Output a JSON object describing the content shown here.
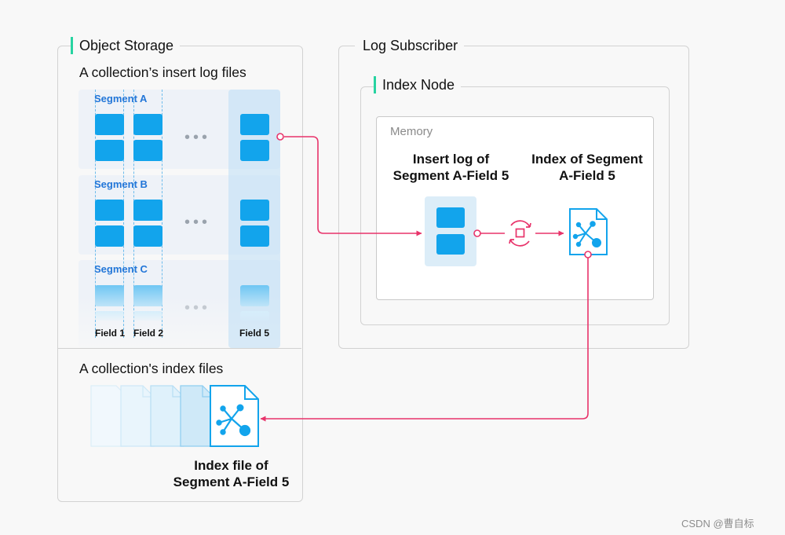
{
  "object_storage": {
    "title": "Object Storage",
    "insert_log_title": "A collection’s insert log files",
    "segments": [
      "Segment A",
      "Segment B",
      "Segment C"
    ],
    "fields": [
      "Field 1",
      "Field 2",
      "Field 5"
    ],
    "ellipsis": "•••",
    "index_files_title": "A collection's index files",
    "index_file_label": "Index file of\nSegment A-Field 5"
  },
  "log_subscriber": {
    "title": "Log Subscriber",
    "index_node": {
      "title": "Index Node",
      "memory": {
        "label": "Memory",
        "insert_log_label": "Insert log of\nSegment A-Field 5",
        "index_label": "Index of Segment\nA-Field 5"
      }
    }
  },
  "colors": {
    "cell_blue": "#12a4ec",
    "accent_green": "#27d3a1",
    "arrow_pink": "#e8336a",
    "segment_label_blue": "#2276d8"
  },
  "icons": {
    "build_cycle": "cycle-arrows-icon",
    "index_document": "index-document-icon"
  },
  "watermark": "CSDN @曹自标"
}
